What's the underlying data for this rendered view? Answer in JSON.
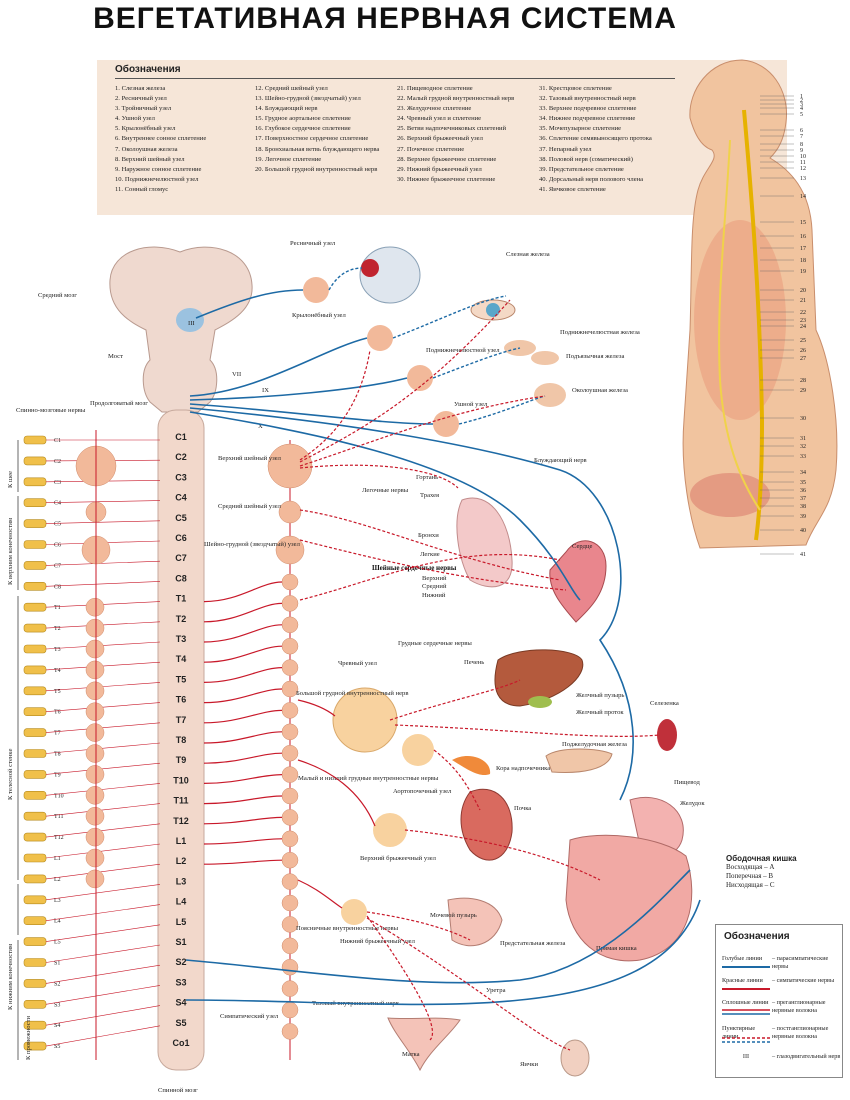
{
  "title": "ВЕГЕТАТИВНАЯ НЕРВНАЯ СИСТЕМА",
  "legend": {
    "heading": "Обозначения",
    "columns": [
      [
        "1. Слезная железа",
        "2. Ресничный узел",
        "3. Тройничный узел",
        "4. Ушной узел",
        "5. Крылонёбный узел",
        "6. Внутреннее сонное сплетение",
        "7. Околоушная железа",
        "8. Верхний шейный узел",
        "9. Наружное сонное сплетение",
        "10. Поднижнечелюстной узел",
        "11. Сонный гломус"
      ],
      [
        "12. Средний шейный узел",
        "13. Шейно-грудной (звездчатый) узел",
        "14. Блуждающий нерв",
        "15. Грудное аортальное сплетение",
        "16. Глубокое сердечное сплетение",
        "17. Поверхностное сердечное сплетение",
        "18. Бронхиальная ветвь блуждающего нерва",
        "19. Легочное сплетение",
        "20. Большой грудной внутренностный нерв"
      ],
      [
        "21. Пищеводное сплетение",
        "22. Малый грудной внутренностный нерв",
        "23. Желудочное сплетение",
        "24. Чревный узел и сплетение",
        "25. Ветви надпочечниковых сплетений",
        "26. Верхний брыжеечный узел",
        "27. Почечное сплетение",
        "28. Верхнее брыжеечное сплетение",
        "29. Нижний брыжеечный узел",
        "30. Нижнее брыжеечное сплетение"
      ],
      [
        "31. Крестцовое сплетение",
        "32. Тазовый внутренностный нерв",
        "33. Верхнее подчревное сплетение",
        "34. Нижнее подчревное сплетение",
        "35. Мочепузырное сплетение",
        "36. Сплетение семявыносящего протока",
        "37. Непарный узел",
        "38. Половой нерв (соматический)",
        "39. Предстательное сплетение",
        "40. Дорсальный нерв полового члена",
        "41. Яичковое сплетение"
      ]
    ]
  },
  "brain_labels": {
    "midbrain": "Средний мозг",
    "pons": "Мост",
    "medulla": "Продолговатый мозг",
    "spinal_nerves": "Спинно-мозговые нервы",
    "spinal_cord": "Спинной мозг",
    "cn3": "III",
    "cn7": "VII",
    "cn9": "IX",
    "cn10": "X"
  },
  "segments": [
    "C1",
    "C2",
    "C3",
    "C4",
    "C5",
    "C6",
    "C7",
    "C8",
    "T1",
    "T2",
    "T3",
    "T4",
    "T5",
    "T6",
    "T7",
    "T8",
    "T9",
    "T10",
    "T11",
    "T12",
    "L1",
    "L2",
    "L3",
    "L4",
    "L5",
    "S1",
    "S2",
    "S3",
    "S4",
    "S5",
    "Co1"
  ],
  "left_roots": [
    "C1",
    "C2",
    "C3",
    "C4",
    "C5",
    "C6",
    "C7",
    "C8",
    "T1",
    "T2",
    "T3",
    "T4",
    "T5",
    "T6",
    "T7",
    "T8",
    "T9",
    "T10",
    "T11",
    "T12",
    "L1",
    "L2",
    "L3",
    "L4",
    "L5",
    "S1",
    "S2",
    "S3",
    "S4",
    "S5"
  ],
  "region_labels": [
    "К шее",
    "К верхним конечностям",
    "К телесной стенке",
    "К нижним конечностям",
    "К промежности"
  ],
  "ganglia_labels": {
    "superior_cervical": "Верхний шейный узел",
    "middle_cervical": "Средний шейный узел",
    "cervicothoracic": "Шейно-грудной (звездчатый) узел",
    "greater_splanchnic": "Большой грудной внутренностный нерв",
    "lesser_splanchnic": "Малый и низший грудные внутренностные нервы",
    "lumbar_splanchnic": "Поясничные внутренностные нервы",
    "sympathetic_ganglion": "Симпатический узел",
    "pelvic_splanchnic": "Тазовый внутренностный нерв",
    "ciliary": "Ресничный узел",
    "pterygopalatine": "Крылонёбный узел",
    "submandibular": "Поднижнечелюстной узел",
    "otic": "Ушной узел",
    "celiac": "Чревный узел",
    "aorticorenal": "Аортопочечный узел",
    "superior_mesenteric": "Верхний брыжеечный узел",
    "inferior_mesenteric": "Нижний брыжеечный узел"
  },
  "organ_labels": {
    "lacrimal": "Слезная железа",
    "submandibular_gland": "Подъязычная железа",
    "submandibular_gland2": "Поднижнечелюстная железа",
    "parotid": "Околоушная железа",
    "vagus": "Блуждающий нерв",
    "larynx": "Гортань",
    "trachea": "Трахея",
    "bronchi": "Бронхи",
    "lungs": "Легкие",
    "pulmonary_nerves": "Легочные нервы",
    "cardiac_nerves": "Шейные сердечные нервы",
    "cardiac_upper": "Верхний",
    "cardiac_middle": "Средний",
    "cardiac_lower": "Нижний",
    "thoracic_cardiac": "Грудные сердечные нервы",
    "heart": "Сердце",
    "liver": "Печень",
    "gallbladder": "Желчный пузырь",
    "bile_duct": "Желчный проток",
    "spleen": "Селезенка",
    "pancreas": "Поджелудочная железа",
    "adrenal": "Кора надпочечника",
    "kidney": "Почка",
    "esophagus": "Пищевод",
    "stomach": "Желудок",
    "bladder": "Мочевой пузырь",
    "prostate": "Предстательная железа",
    "urethra": "Уретра",
    "rectum": "Прямая кишка",
    "uterus": "Матка",
    "testes": "Яички"
  },
  "colon_note": {
    "title": "Ободочная кишка",
    "lines": [
      "Восходящая – A",
      "Поперечная – B",
      "Нисходящая – C"
    ]
  },
  "key": {
    "heading": "Обозначения",
    "rows": [
      {
        "left": "Голубые линии",
        "right": "– парасимпатические нервы"
      },
      {
        "left": "Красные линии",
        "right": "– симпатические нервы"
      },
      {
        "left": "Сплошные линии",
        "right": "– преганглионарные нервные волокна"
      },
      {
        "left": "Пунктирные линии",
        "right": "– постганглионарные нервные волокна"
      },
      {
        "left": "III",
        "right": "– глазодвигательный нерв"
      }
    ]
  },
  "colors": {
    "sympathetic": "#c8192a",
    "parasympathetic": "#1d6aa5",
    "ganglion_fill": "#f2b99a",
    "body_skin": "#f1c49f",
    "legend_bg": "#f6e6d8"
  },
  "body_numbers": [
    "1",
    "2",
    "3",
    "4",
    "5",
    "6",
    "7",
    "8",
    "9",
    "10",
    "11",
    "12",
    "13",
    "14",
    "15",
    "16",
    "17",
    "18",
    "19",
    "20",
    "21",
    "22",
    "23",
    "24",
    "25",
    "26",
    "27",
    "28",
    "29",
    "30",
    "31",
    "32",
    "33",
    "34",
    "35",
    "36",
    "37",
    "38",
    "39",
    "40",
    "41"
  ]
}
